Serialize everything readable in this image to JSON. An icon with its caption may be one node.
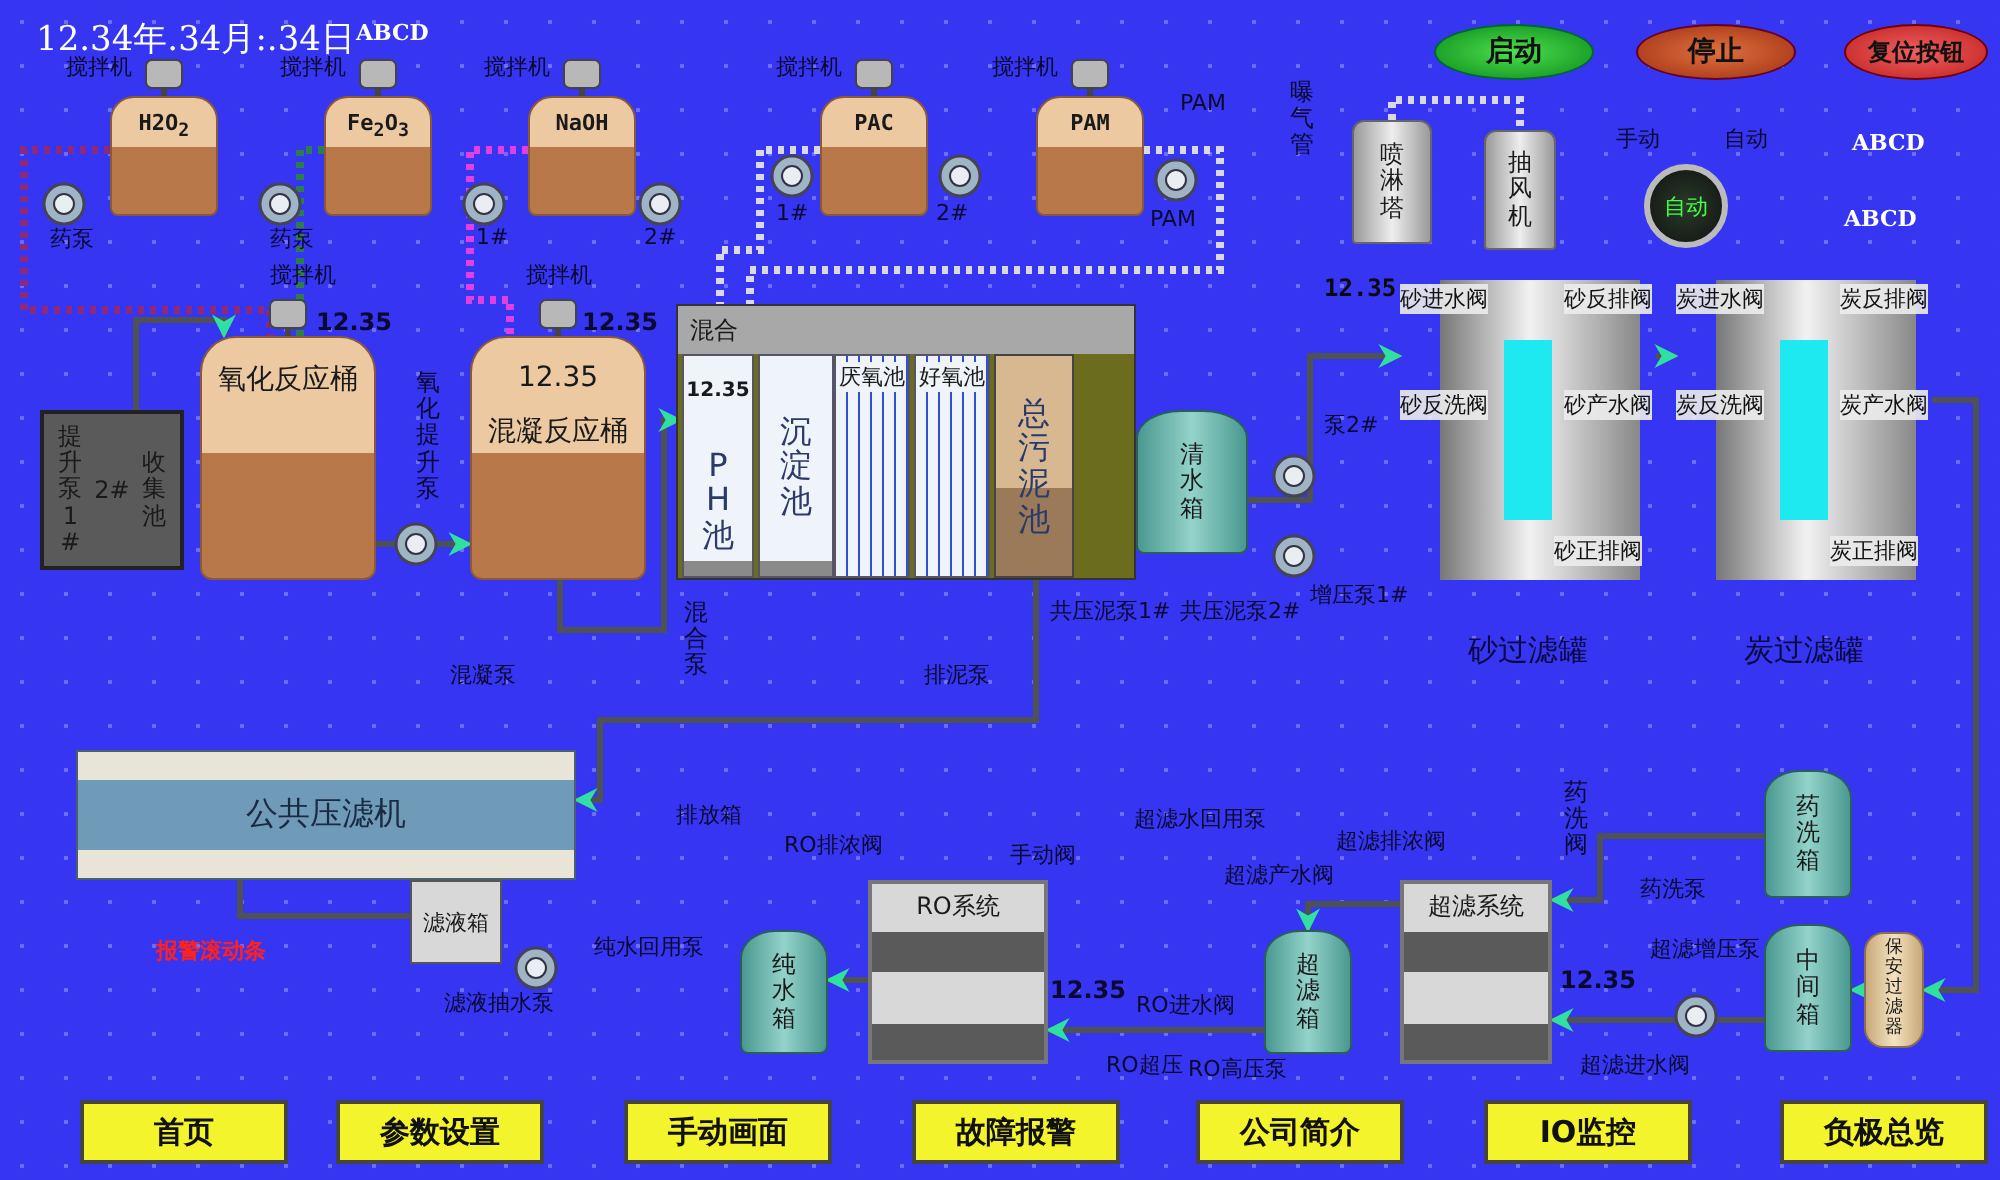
{
  "diagram": {
    "nodes": [
      {
        "text": [
          "H2O$_{2}$"
        ],
        "beside": [
          "搅拌机"
        ]
      },
      {
        "text": [
          "Fe$_{2}$O$_{3}$"
        ],
        "beside": [
          "搅拌机"
        ]
      },
      {
        "text": [
          "NaOH"
        ],
        "beside": [
          "搅拌机"
        ]
      },
      {
        "text": [
          "PAC"
        ],
        "beside": [
          "搅拌机"
        ]
      },
      {
        "text": [
          "PAM"
        ],
        "beside": [
          "搅拌机"
        ]
      },
      {
        "text": [
          "氧化反应桶"
        ],
        "beside": [
          "搅拌机",
          "12.35"
        ]
      },
      {
        "text": [
          "12.35",
          "混凝反应桶"
        ],
        "beside": [
          "搅拌机",
          "12.35"
        ]
      },
      {
        "text": [
          "提升泵1#",
          "2#",
          "收集池"
        ]
      },
      {
        "text": [
          "混合"
        ]
      },
      {
        "text": [
          "12.35",
          "PH池"
        ],
        "in": 8
      },
      {
        "text": [
          "沉淀池"
        ],
        "in": 8
      },
      {
        "text": [
          "厌氧池"
        ],
        "in": 8
      },
      {
        "text": [
          "好氧池"
        ],
        "in": 8
      },
      {
        "text": [
          "总污泥池"
        ],
        "in": 8
      },
      {
        "text": [
          "清水箱"
        ]
      },
      {
        "text": [
          "喷淋塔"
        ]
      },
      {
        "text": [
          "抽风机"
        ]
      },
      {
        "text": [
          "砂进水阀",
          "砂反排阀",
          "砂反洗阀",
          "砂产水阀",
          "砂正排阀",
          "砂过滤罐"
        ]
      },
      {
        "text": [
          "炭进水阀",
          "炭反排阀",
          "炭反洗阀",
          "炭产水阀",
          "炭正排阀",
          "炭过滤罐"
        ]
      },
      {
        "text": [
          "公共压滤机"
        ]
      },
      {
        "text": [
          "滤液箱"
        ]
      },
      {
        "text": [
          "纯水箱"
        ]
      },
      {
        "text": [
          "RO系统"
        ],
        "beside": [
          "12.35"
        ]
      },
      {
        "text": [
          "超滤箱"
        ]
      },
      {
        "text": [
          "超滤系统"
        ],
        "beside": [
          "12.35"
        ]
      },
      {
        "text": [
          "中间箱"
        ]
      },
      {
        "text": [
          "药洗箱"
        ]
      },
      {
        "text": [
          "保安过滤器"
        ]
      }
    ],
    "edges": [
      {
        "from": 0,
        "to": 5,
        "arrow": "none",
        "style": "dashed",
        "color": "#8a2a7a"
      },
      {
        "from": 1,
        "to": 5,
        "arrow": "none",
        "style": "dashed",
        "color": "#2e7d4f"
      },
      {
        "from": 2,
        "to": 6,
        "arrow": "none",
        "style": "dashed",
        "color": "#e040e0"
      },
      {
        "from": 3,
        "to": 8,
        "arrow": "none",
        "style": "dashed",
        "color": "#d8d8e8"
      },
      {
        "from": 4,
        "to": 8,
        "arrow": "none",
        "style": "dashed",
        "color": "#d8d8e8"
      },
      {
        "from": 7,
        "to": 5,
        "arrow": "to"
      },
      {
        "from": 5,
        "to": 6,
        "arrow": "to"
      },
      {
        "from": 6,
        "to": 9,
        "arrow": "to"
      },
      {
        "from": 13,
        "to": 19,
        "arrow": "to"
      },
      {
        "from": 19,
        "to": 20,
        "arrow": "none"
      },
      {
        "from": 14,
        "to": 17,
        "arrow": "to"
      },
      {
        "from": 17,
        "to": 18,
        "arrow": "to"
      },
      {
        "from": 18,
        "to": 27,
        "arrow": "to"
      },
      {
        "from": 27,
        "to": 25,
        "arrow": "to"
      },
      {
        "from": 25,
        "to": 24,
        "arrow": "to"
      },
      {
        "from": 24,
        "to": 23,
        "arrow": "to"
      },
      {
        "from": 23,
        "to": 22,
        "arrow": "to"
      },
      {
        "from": 22,
        "to": 21,
        "arrow": "to"
      },
      {
        "from": 26,
        "to": 24,
        "arrow": "to"
      },
      {
        "from": 15,
        "to": 16,
        "arrow": "none",
        "style": "dashed",
        "color": "#d8d8e8"
      }
    ],
    "labels": [
      "12.34年.34月:.34日",
      "ABCD",
      "启动",
      "停止",
      "复位按钮",
      "PAM",
      "曝气管",
      "手动",
      "自动",
      "ABCD",
      "1#",
      "2#",
      "PAM",
      "自动",
      "ABCD",
      "药泵",
      "药泵",
      "1#",
      "2#",
      "12.35",
      "氧化提升泵",
      "泵2#",
      "增压泵1#",
      "共压泥泵1#",
      "共压泥泵2#",
      "混合泵",
      "混凝泵",
      "排泥泵",
      "排放箱",
      "RO排浓阀",
      "手动阀",
      "超滤水回用泵",
      "超滤排浓阀",
      "药洗阀",
      "超滤产水阀",
      "药洗泵",
      "报警滚动条",
      "纯水回用泵",
      "超滤增压泵",
      "滤液抽水泵",
      "RO进水阀",
      "RO超压",
      "RO高压泵",
      "超滤进水阀",
      "首页",
      "参数设置",
      "手动画面",
      "故障报警",
      "公司简介",
      "IO监控",
      "负极总览"
    ]
  }
}
